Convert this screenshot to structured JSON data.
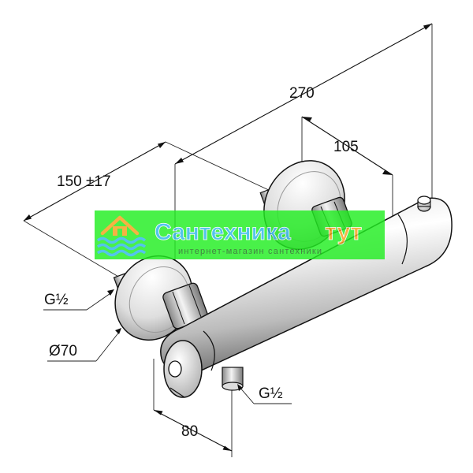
{
  "dimensions": {
    "overall_length": "270",
    "outlet_offset": "105",
    "centre_distance": "150 ±17",
    "inlet_thread_left": "G½",
    "rosette_diameter": "Ø70",
    "outlet_thread_bottom": "G½",
    "wall_depth": "80"
  },
  "watermark": {
    "brand_part1": "Сантехника",
    "brand_part2": "тут",
    "tagline": "интернет-магазин сантехники"
  },
  "colors": {
    "banner_green": "#22ee22",
    "brand_cyan": "#2fb8e8",
    "brand_orange": "#f5a21a",
    "line": "#111111"
  }
}
